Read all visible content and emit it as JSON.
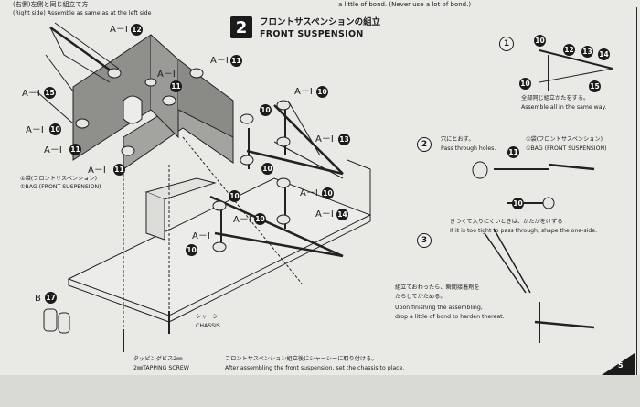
{
  "top_left": {
    "jp": "(右側)左側と同じ組立て方",
    "en": "(Right side) Assemble as same as at the left side"
  },
  "top_center": "a little of bond. (Never use a lot of bond.)",
  "step_number": "2",
  "title_jp": "フロントサスペンションの組立",
  "title_en": "FRONT SUSPENSION",
  "labels": {
    "a1": "A－I",
    "b": "B"
  },
  "parts": [
    "10",
    "11",
    "12",
    "13",
    "14",
    "15",
    "17"
  ],
  "bag_jp": "①袋(フロントサスペンション)",
  "bag_en": "①BAG (FRONT SUSPENSION)",
  "chassis_jp": "シャーシー",
  "chassis_en": "CHASSIS",
  "screw_jp": "タッピングビス2㎜",
  "screw_en": "2㎜TAPPING SCREW",
  "bottom_jp": "フロントサスペンション組立後にシャーシーに取り付ける。",
  "bottom_en": "After assembling the front suspension, set the chassis to place.",
  "step1": {
    "num": "1",
    "jp": "全部同じ組立かたをする。",
    "en": "Assemble all in the same way."
  },
  "step2": {
    "num": "2",
    "jp": "穴にとおす。",
    "en": "Pass through holes.",
    "bag_jp": "①袋(フロントサスペンション)",
    "bag_en": "①BAG (FRONT SUSPENSION)",
    "tight_jp": "きつくて入りにくいときは、かたがをけずる",
    "tight_en": "If it is too tight to pass through, shape the one-side."
  },
  "step3": {
    "num": "3",
    "jp1": "組立ておわったら、瞬間接着剤を",
    "jp2": "たらしてかためる。",
    "en1": "Upon finishing the assembling,",
    "en2": "drop a little of bond to harden thereat."
  },
  "page_number": "5"
}
